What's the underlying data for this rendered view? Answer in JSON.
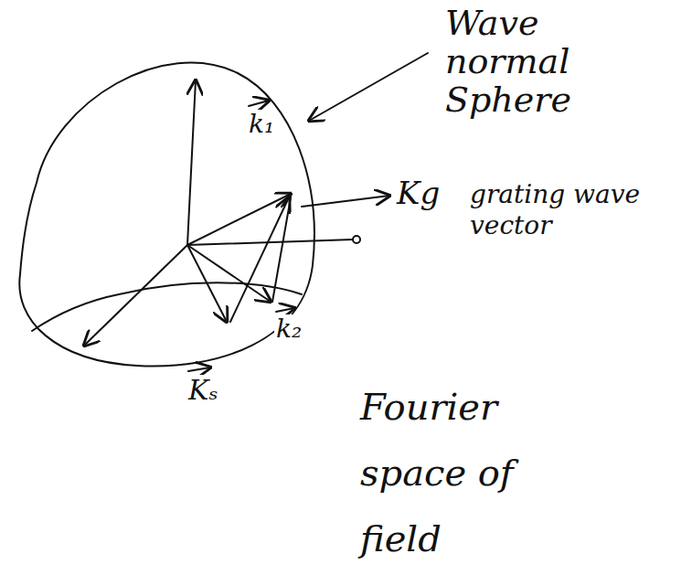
{
  "diagram": {
    "labels": [
      "Wave normal Sphere",
      "k₁",
      "Kg",
      "grating wave vector",
      "k₂",
      "Kₛ",
      "Fourier space of field"
    ]
  }
}
